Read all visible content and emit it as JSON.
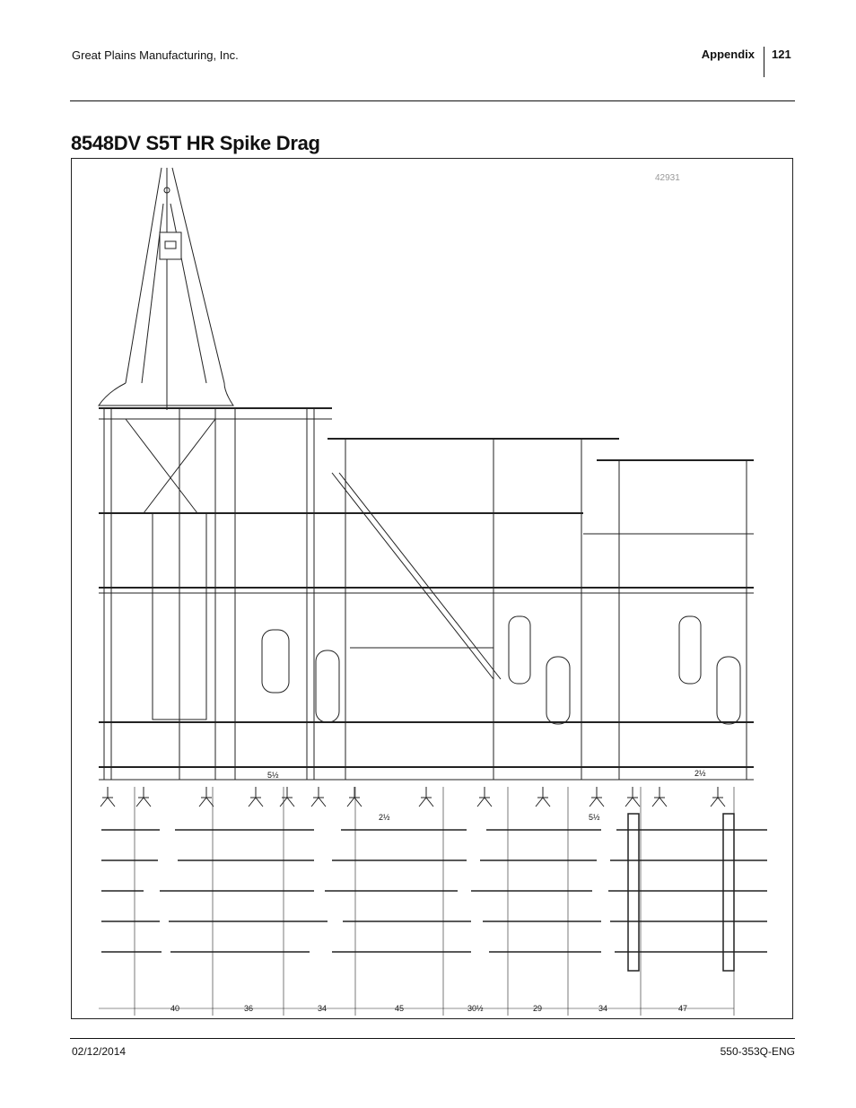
{
  "header": {
    "company": "Great Plains Manufacturing, Inc.",
    "section": "Appendix",
    "page_number": "121"
  },
  "title": "8548DV S5T HR Spike Drag",
  "drawing": {
    "figure_id": "42931",
    "offset_labels": [
      "5½",
      "2½",
      "5½",
      "2½"
    ],
    "bottom_dimensions": [
      "40",
      "36",
      "34",
      "45",
      "30½",
      "29",
      "34",
      "47"
    ]
  },
  "footer": {
    "date": "02/12/2014",
    "doc_number": "550-353Q-ENG"
  }
}
